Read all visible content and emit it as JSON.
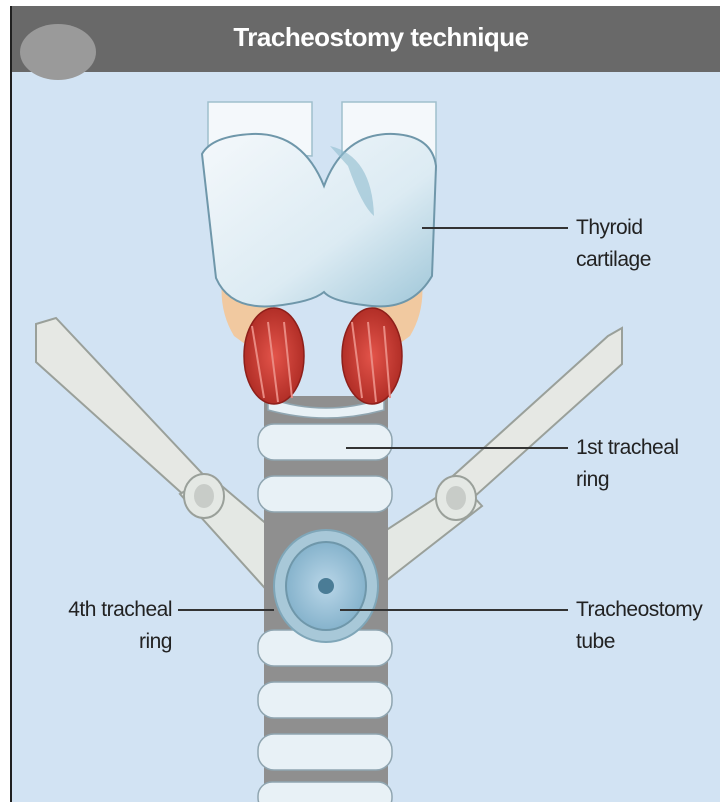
{
  "header": {
    "title": "Tracheostomy technique"
  },
  "labels": {
    "thyroid": {
      "line1": "Thyroid",
      "line2": "cartilage"
    },
    "first_ring": {
      "line1": "1st tracheal",
      "line2": "ring"
    },
    "tube": {
      "line1": "Tracheostomy",
      "line2": "tube"
    },
    "fourth_ring": {
      "line1": "4th tracheal",
      "line2": "ring"
    }
  },
  "colors": {
    "background": "#d2e3f3",
    "header": "#696969",
    "muscle": "#c8342c",
    "cartilage": "#e8f1f6",
    "trachea_band": "#8f8f8f"
  }
}
